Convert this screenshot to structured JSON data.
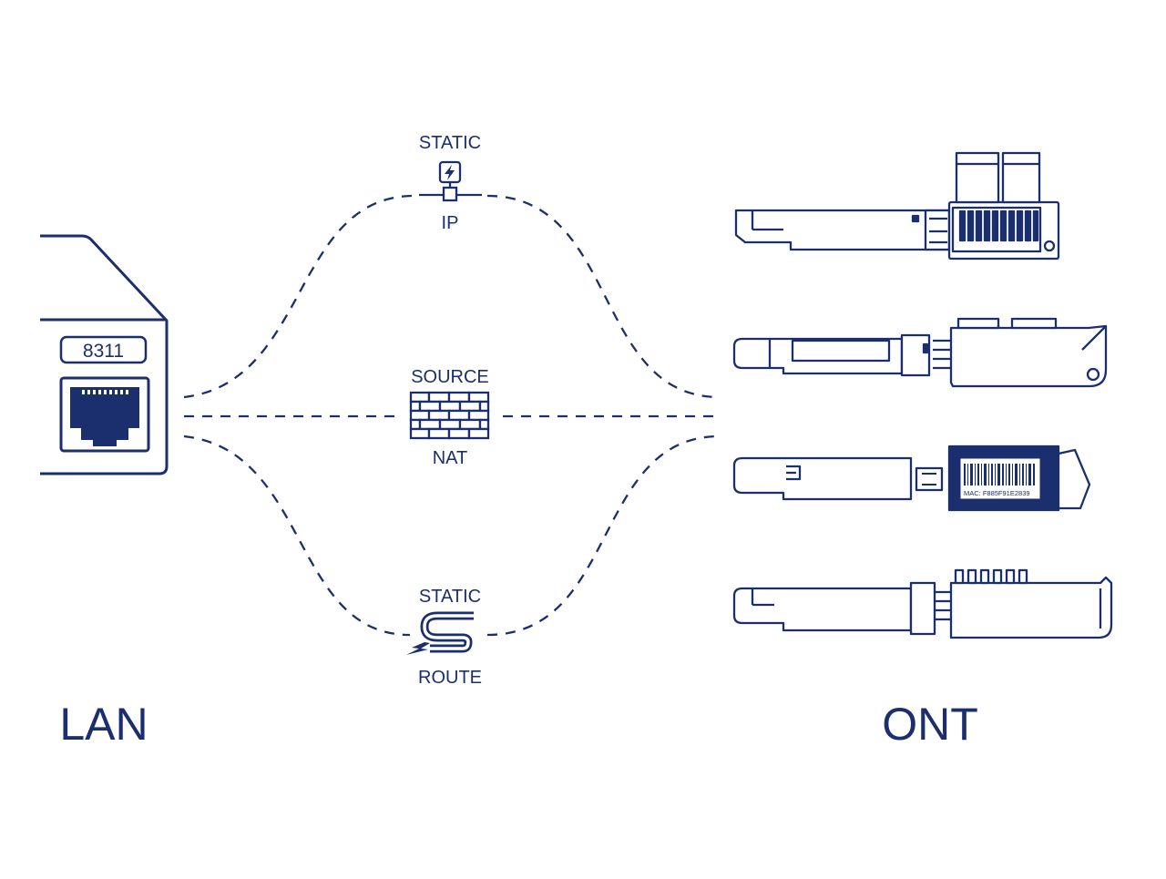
{
  "colors": {
    "primary": "#1b2e6e",
    "background": "#ffffff"
  },
  "router": {
    "port_label": "8311"
  },
  "methods": {
    "static_ip": {
      "label_top": "STATIC",
      "label_bottom": "IP",
      "icon": "network-bolt-icon"
    },
    "source_nat": {
      "label_top": "SOURCE",
      "label_bottom": "NAT",
      "icon": "firewall-brick-icon"
    },
    "static_route": {
      "label_top": "STATIC",
      "label_bottom": "ROUTE",
      "icon": "route-path-icon"
    }
  },
  "ont": {
    "module_3_mac": "MAC: F885F91E2839"
  },
  "labels": {
    "lan": "LAN",
    "ont": "ONT"
  }
}
